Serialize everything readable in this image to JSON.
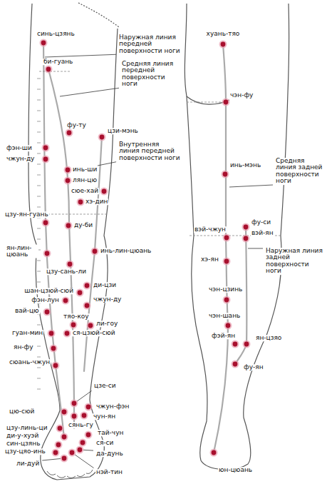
{
  "diagram": {
    "labels": [
      "синь-цзянь",
      "Наружная линия передней поверхности ноги",
      "би-гуань",
      "Средняя линия передней поверхности ноги",
      "фу-ту",
      "цзи-мэнь",
      "фэн-ши",
      "Внутренняя линия передней поверхности ноги",
      "чжун-ду",
      "инь-ши",
      "лян-цю",
      "сюе-хай",
      "хэ-дин",
      "цзу-ян-гуань",
      "ду-би",
      "ян-лин-цюань",
      "инь-лин-цюань",
      "цзу-сань-ли",
      "ди-цзи",
      "шан-цзюй-сюй",
      "фэн-лун",
      "чжун-ду",
      "вай-цю",
      "тяо-коу",
      "ли-гоу",
      "гуан-мин",
      "ся-цзюй-сюй",
      "ян-фу",
      "сюань-чжун",
      "цзе-си",
      "цю-сюй",
      "чжун-фэн",
      "сянь-гу",
      "чун-ян",
      "цзу-линь-ци",
      "тай-чун",
      "ди-у-хуэй",
      "ся-си",
      "син-цзянь",
      "цзу-цяо-инь",
      "да-дунь",
      "ли-дуй",
      "нэй-тин",
      "хуань-тяо",
      "чэн-фу",
      "инь-мэнь",
      "Средняя линия задней поверхности ноги",
      "фу-си",
      "вэй-ян",
      "вэй-чжун",
      "Наружная линия задней поверхности ноги",
      "хэ-ян",
      "чэн-цзинь",
      "чэн-шань",
      "фэй-ян",
      "ян-цзяо",
      "фу-ян",
      "юн-цюань"
    ]
  }
}
